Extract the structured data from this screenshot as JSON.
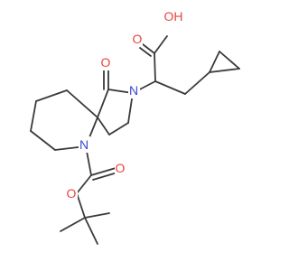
{
  "molecule": {
    "atom_labels": {
      "hydroxyl": "OH",
      "acid_carbonyl_o": "O",
      "lactam_carbonyl_o": "O",
      "lactam_n": "N",
      "piperidine_n": "N",
      "boc_carbonyl_o": "O",
      "boc_ester_o": "O"
    },
    "colors": {
      "bond": "#3a3a3a",
      "oxygen": "#e8453c",
      "nitrogen": "#3b48d6"
    }
  }
}
